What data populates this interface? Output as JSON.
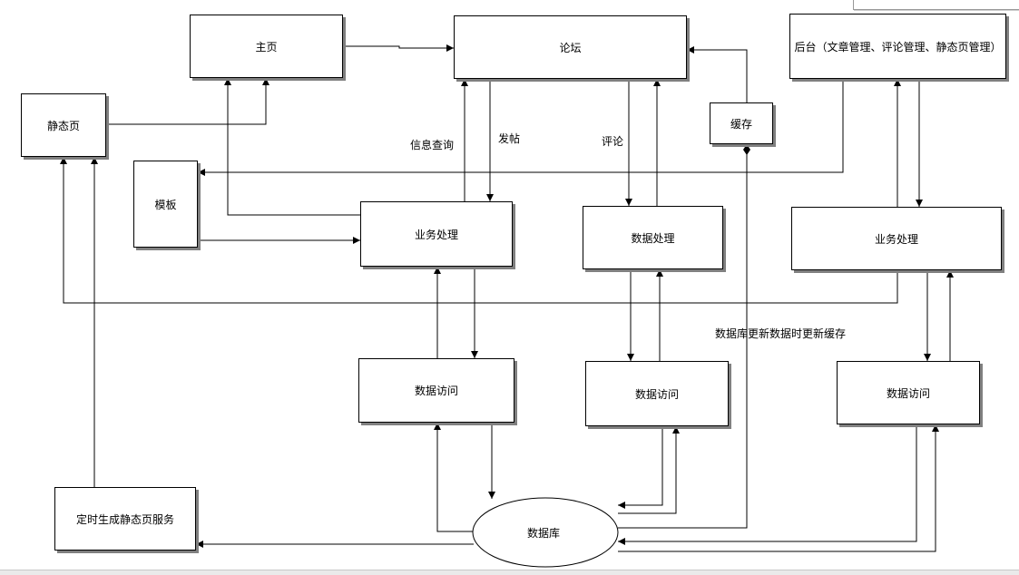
{
  "nodes": {
    "homepage": "主页",
    "forum": "论坛",
    "backend": "后台（文章管理、评论管理、静态页管理）",
    "static_page": "静态页",
    "cache": "缓存",
    "template": "模板",
    "business_left": "业务处理",
    "data_processing": "数据处理",
    "business_right": "业务处理",
    "data_access_left": "数据访问",
    "data_access_mid": "数据访问",
    "data_access_right": "数据访问",
    "scheduler": "定时生成静态页服务",
    "database": "数据库"
  },
  "labels": {
    "info_query": "信息查询",
    "post": "发帖",
    "comment": "评论",
    "db_update_cache": "数据库更新数据时更新缓存"
  }
}
